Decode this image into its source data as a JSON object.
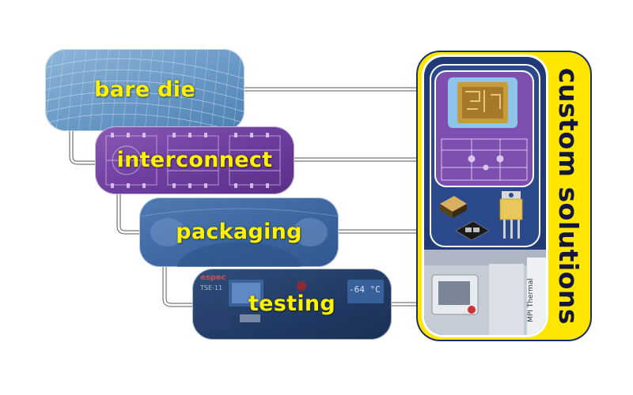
{
  "stages": [
    {
      "id": "bare-die",
      "label": "bare die"
    },
    {
      "id": "interconnect",
      "label": "interconnect"
    },
    {
      "id": "packaging",
      "label": "packaging"
    },
    {
      "id": "testing",
      "label": "testing"
    }
  ],
  "result": {
    "label": "custom solutions"
  },
  "equipment_text": {
    "chamber_brand": "espec",
    "chamber_model": "TSE-11",
    "display_temp": "-64 °C",
    "probe_brand": "MPI Thermal"
  },
  "colors": {
    "label_yellow": "#fff200",
    "frame_yellow": "#ffe600",
    "frame_navy": "#203a78",
    "title_text": "#14163a",
    "arrow": "#ffffff",
    "arrow_outline": "#555555"
  }
}
